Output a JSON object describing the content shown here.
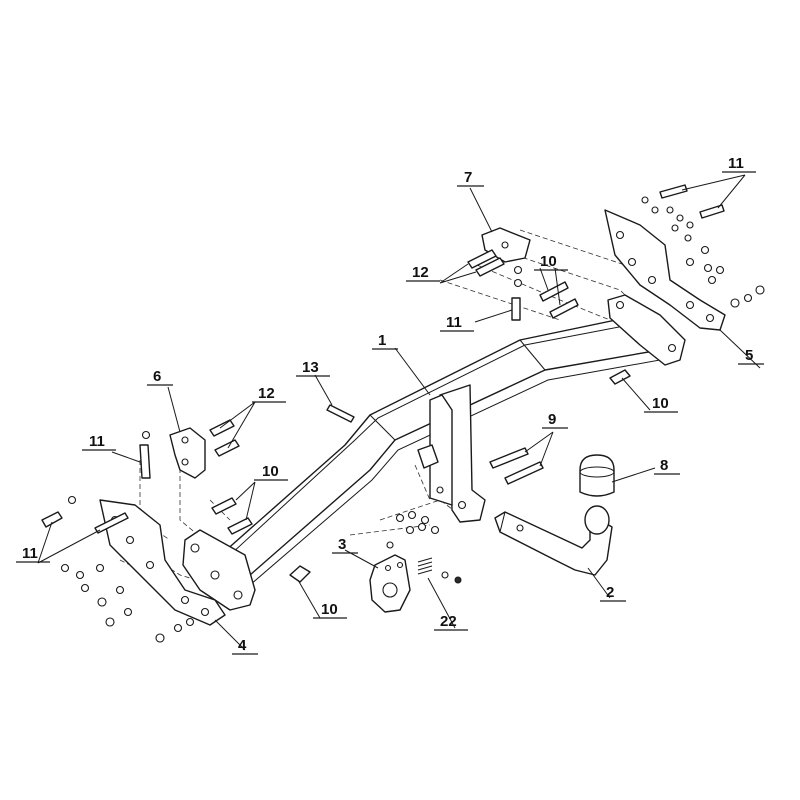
{
  "diagram": {
    "type": "exploded-parts-diagram",
    "callouts": [
      {
        "id": "c1",
        "label": "1"
      },
      {
        "id": "c2",
        "label": "2"
      },
      {
        "id": "c3",
        "label": "3"
      },
      {
        "id": "c4",
        "label": "4"
      },
      {
        "id": "c5",
        "label": "5"
      },
      {
        "id": "c6",
        "label": "6"
      },
      {
        "id": "c7",
        "label": "7"
      },
      {
        "id": "c8",
        "label": "8"
      },
      {
        "id": "c9",
        "label": "9"
      },
      {
        "id": "c10a",
        "label": "10"
      },
      {
        "id": "c10b",
        "label": "10"
      },
      {
        "id": "c10c",
        "label": "10"
      },
      {
        "id": "c10d",
        "label": "10"
      },
      {
        "id": "c11a",
        "label": "11"
      },
      {
        "id": "c11b",
        "label": "11"
      },
      {
        "id": "c11c",
        "label": "11"
      },
      {
        "id": "c11d",
        "label": "11"
      },
      {
        "id": "c12a",
        "label": "12"
      },
      {
        "id": "c12b",
        "label": "12"
      },
      {
        "id": "c13",
        "label": "13"
      },
      {
        "id": "c22",
        "label": "22"
      }
    ]
  }
}
